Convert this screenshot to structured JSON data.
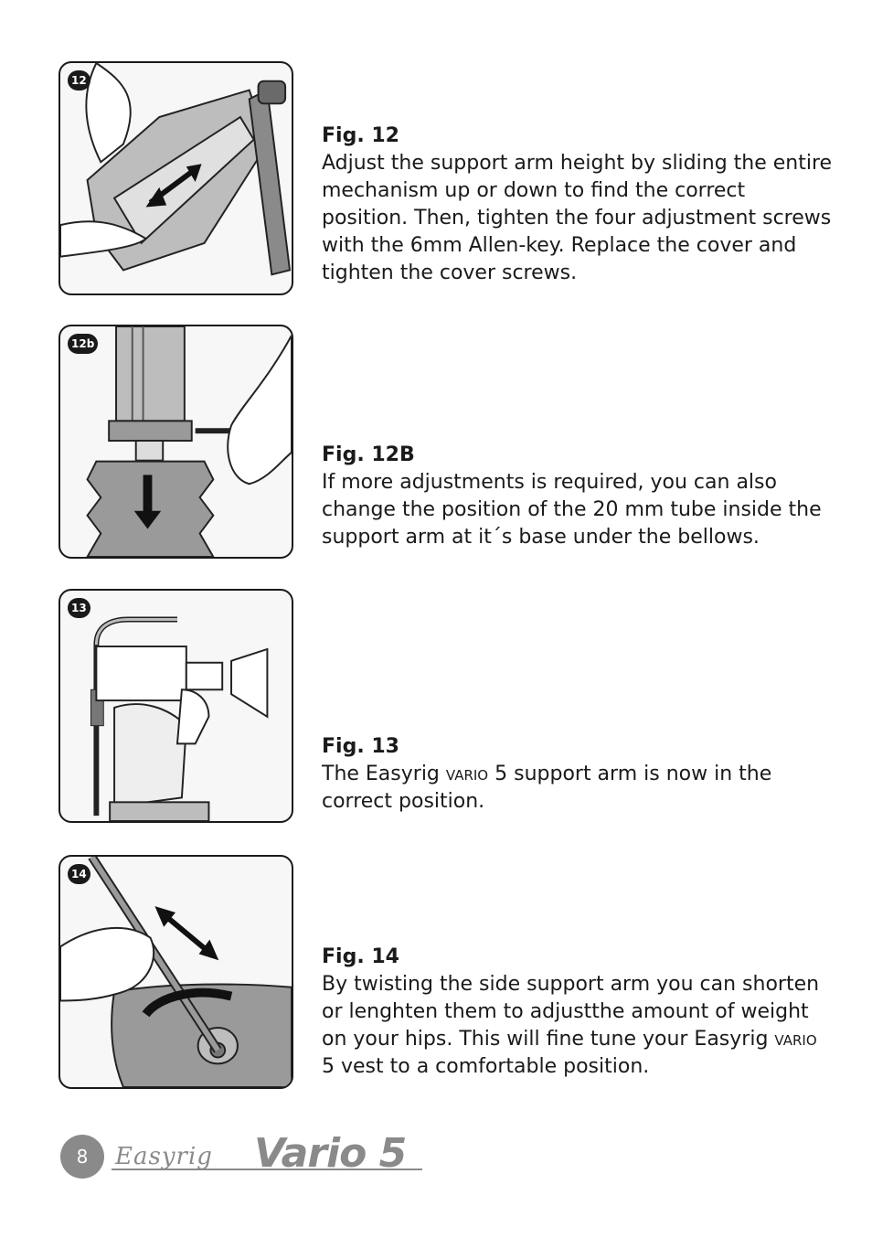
{
  "figures": [
    {
      "badge": "12",
      "title": "Fig. 12",
      "text": "Adjust the support arm height by sliding the entire mechanism up or down to find the correct position. Then, tighten the four adjustment screws with the 6mm Allen-key. Replace the cover and tighten the cover screws."
    },
    {
      "badge": "12b",
      "title": "Fig. 12B",
      "text": "If more adjustments is required, you can also change the position of the 20 mm tube inside the support arm at it´s base under the bellows."
    },
    {
      "badge": "13",
      "title": "Fig. 13",
      "text_before": "The Easyrig ",
      "text_sc": "vario 5",
      "text_after": " support arm is now in the correct position."
    },
    {
      "badge": "14",
      "title": "Fig. 14",
      "text_before": "By twisting the side support arm you can shorten or lenghten them to adjustthe amount of weight on your hips. This will fine tune your Easyrig ",
      "text_sc": "vario 5",
      "text_after": " vest to a comfortable position."
    }
  ],
  "footer": {
    "page_number": "8",
    "logo_easyrig": "Easyrig",
    "logo_vario": "Vario 5"
  }
}
